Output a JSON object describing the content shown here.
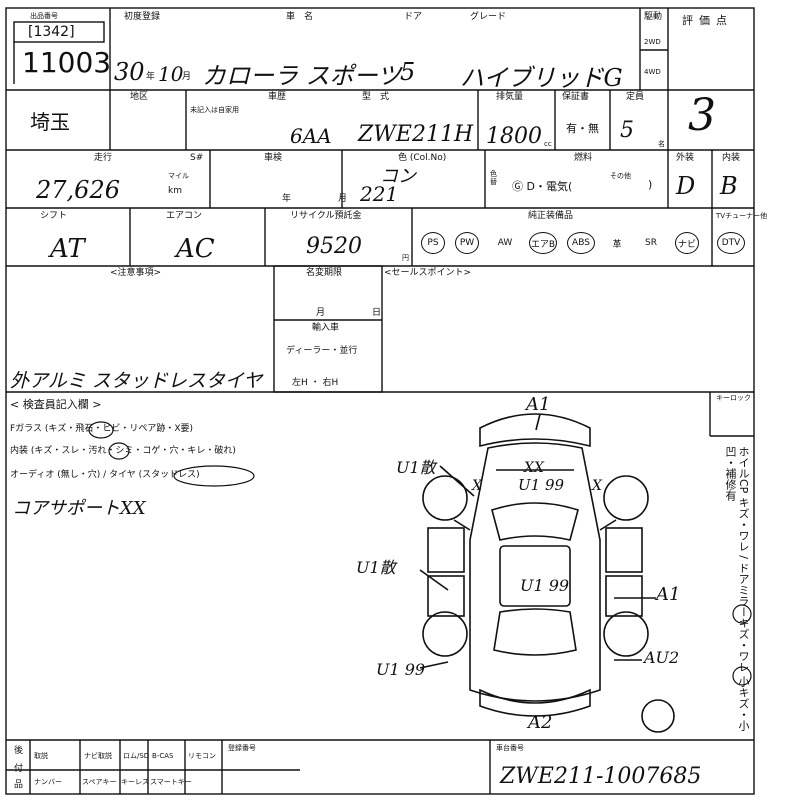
{
  "header": {
    "lot_caption": "出品番号",
    "lot_bracket": "[1342]",
    "lot_number": "11003",
    "first_reg_label": "初度登録",
    "first_reg_year": "30",
    "year_unit": "年",
    "first_reg_month": "10",
    "month_unit": "月",
    "car_name_label": "車　名",
    "door_label": "ドア",
    "grade_label": "グレード",
    "car_name": "カローラ スポーツ",
    "doors": "5",
    "grade": "ハイブリッドG",
    "drive_label": "駆動",
    "drive_2wd": "2WD",
    "drive_4wd": "4WD",
    "score_label": "評価点",
    "score": "3"
  },
  "row2": {
    "region_label": "地区",
    "region": "埼玉",
    "history_label": "車歴",
    "history_note": "未記入は自家用",
    "model_label": "型　式",
    "model_prefix": "6AA",
    "model": "ZWE211H",
    "displacement_label": "排気量",
    "displacement": "1800",
    "cc": "cc",
    "warranty_label": "保証書",
    "warranty": "有・無",
    "capacity_label": "定員",
    "capacity": "5",
    "capacity_unit": "名"
  },
  "row3": {
    "mileage_label": "走行",
    "sw_label": "S#",
    "inspection_label": "車検",
    "color_label": "色 (Col.No)",
    "fuel_label": "燃料",
    "exterior_label": "外装",
    "interior_label": "内装",
    "mileage": "27,626",
    "mileage_unit_mile": "マイル",
    "mileage_unit_km": "km",
    "year_unit": "年",
    "month_unit": "月",
    "color_name": "コン",
    "color_code": "221",
    "color_side": "色替",
    "fuel_options": "Ⓖ D・電気(",
    "fuel_other": "その他",
    "fuel_close": ")",
    "exterior_grade": "D",
    "interior_grade": "B"
  },
  "row4": {
    "shift_label": "シフト",
    "ac_label": "エアコン",
    "recycle_label": "リサイクル預託金",
    "equipment_label": "純正装備品",
    "tv_tuner_label": "TVチューナー他",
    "shift": "AT",
    "ac": "AC",
    "recycle": "9520",
    "yen": "円",
    "equipment": [
      "PS",
      "PW",
      "AW",
      "エアB",
      "ABS",
      "革",
      "SR",
      "ナビ",
      "DTV"
    ],
    "equipment_circled": [
      true,
      true,
      false,
      true,
      true,
      false,
      false,
      true,
      true
    ]
  },
  "notes": {
    "caution_label": "<注意事項>",
    "transfer_label": "名変期限",
    "transfer_month": "月",
    "transfer_day": "日",
    "import_label": "輸入車",
    "import_type": "ディーラー・並行",
    "import_handle": "左H ・ 右H",
    "sales_label": "<セールスポイント>",
    "handwritten": "外アルミ スタッドレスタイヤ"
  },
  "inspector": {
    "title": "< 検査員記入欄 >",
    "line1": "Fガラス (キズ・飛石・ヒビ・リペア跡・X要)",
    "line2": "内装 (キズ・スレ・汚れ・シミ・コゲ・穴・キレ・破れ)",
    "line3": "オーディオ (無し・穴) / タイヤ (スタッドレス)",
    "handwritten": "コアサポートXX",
    "keylock_label": "キーロック"
  },
  "diagram_marks": {
    "a1_top": "A1",
    "u1_left_top": "U1散",
    "xx": "XX",
    "u1_99_top": "U1 99",
    "x": "X",
    "u1_left_mid": "U1散",
    "u1_center": "U1 99",
    "a1_right": "A1",
    "u1_left_bottom": "U1 99",
    "au2": "AU2",
    "a2": "A2"
  },
  "legend_vertical": "ホイルCP キズ・ワレ / ドアミラーキズ・ワレ 小キズ・小凹・補修有",
  "footer": {
    "col1_a": "後",
    "col1_b": "付",
    "col1_c": "品",
    "items_top": [
      "取説",
      "ナビ取説",
      "ロム/SD",
      "B-CAS",
      "リモコン"
    ],
    "items_bottom": [
      "ナンバー",
      "スペアキー",
      "キーレス",
      "スマートキー"
    ],
    "reg_label": "登録番号",
    "chassis_label": "車台番号",
    "chassis_number": "ZWE211-1007685"
  }
}
